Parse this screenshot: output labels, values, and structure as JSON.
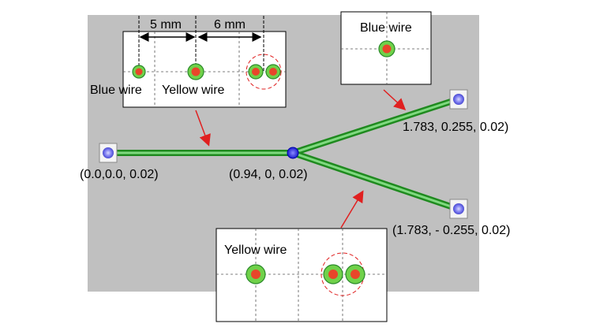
{
  "insets": {
    "top_left": {
      "dim_left": "5 mm",
      "dim_right": "6 mm",
      "label_blue": "Blue wire",
      "label_yellow": "Yellow wire"
    },
    "top_right": {
      "label": "Blue wire"
    },
    "bottom": {
      "label": "Yellow wire"
    }
  },
  "nodes": {
    "origin": "(0.0,0.0, 0.02)",
    "junction": "(0.94, 0, 0.02)",
    "upper_end": "1.783, 0.255, 0.02)",
    "lower_end": "(1.783, - 0.255, 0.02)"
  },
  "colors": {
    "canvas": "#c0c0c0",
    "wire": "#2aa22a",
    "conductor": "#e8462a",
    "insulation": "#70d14a",
    "arrow": "#e02020",
    "node": "#6b6bff"
  }
}
